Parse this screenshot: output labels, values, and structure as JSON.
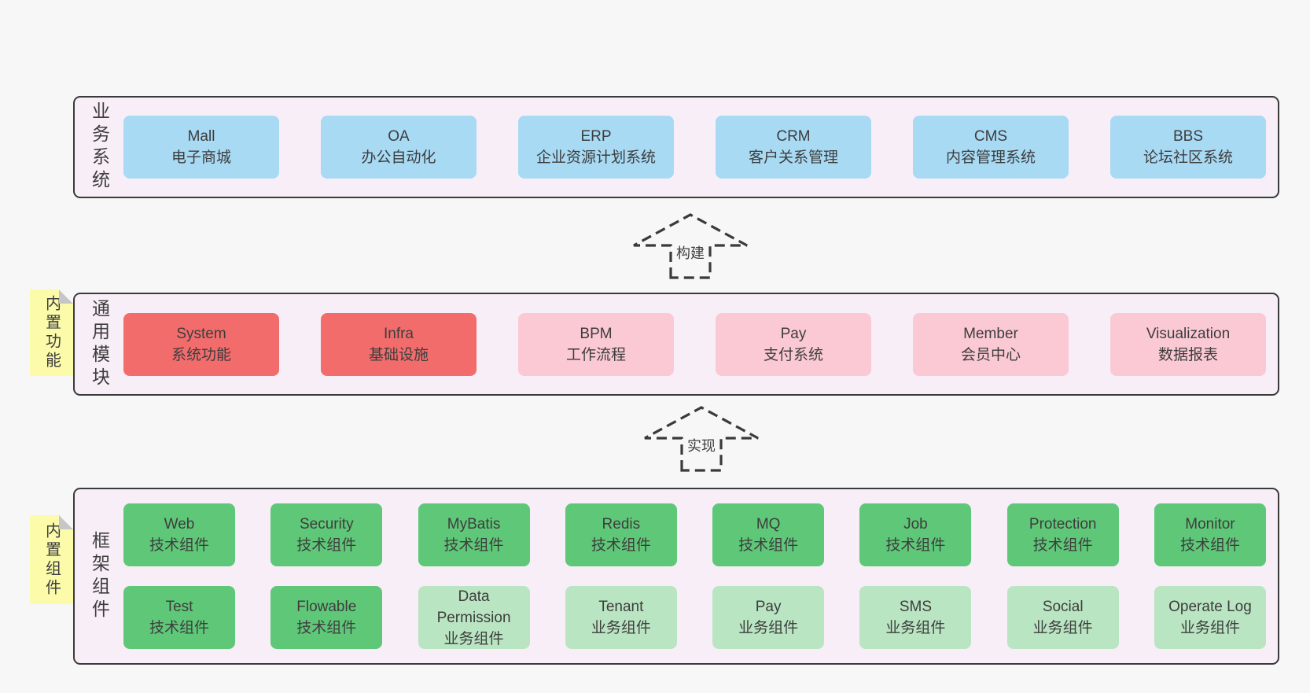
{
  "colors": {
    "bg": "#f7f7f7",
    "panel": "#f8eef7",
    "border": "#3a3a3a",
    "blue": "#a8daf4",
    "red": "#f26c6c",
    "pink": "#fbc9d4",
    "green": "#5fc878",
    "lightgreen": "#b9e5c2",
    "note": "#fbfbaa",
    "fold": "#c6c6c6",
    "text": "#3d3d3d",
    "arrow": "#3a3a3a"
  },
  "business": {
    "label": "业务系统",
    "boxes": [
      {
        "en": "Mall",
        "zh": "电子商城"
      },
      {
        "en": "OA",
        "zh": "办公自动化"
      },
      {
        "en": "ERP",
        "zh": "企业资源计划系统"
      },
      {
        "en": "CRM",
        "zh": "客户关系管理"
      },
      {
        "en": "CMS",
        "zh": "内容管理系统"
      },
      {
        "en": "BBS",
        "zh": "论坛社区系统"
      }
    ]
  },
  "arrows": [
    {
      "label": "构建"
    },
    {
      "label": "实现"
    }
  ],
  "modules": {
    "label": "通用模块",
    "note": "内置功能",
    "boxes": [
      {
        "en": "System",
        "zh": "系统功能"
      },
      {
        "en": "Infra",
        "zh": "基础设施"
      },
      {
        "en": "BPM",
        "zh": "工作流程"
      },
      {
        "en": "Pay",
        "zh": "支付系统"
      },
      {
        "en": "Member",
        "zh": "会员中心"
      },
      {
        "en": "Visualization",
        "zh": "数据报表"
      }
    ]
  },
  "components": {
    "label": "框架组件",
    "note": "内置组件",
    "row1": [
      {
        "en": "Web",
        "zh": "技术组件"
      },
      {
        "en": "Security",
        "zh": "技术组件"
      },
      {
        "en": "MyBatis",
        "zh": "技术组件"
      },
      {
        "en": "Redis",
        "zh": "技术组件"
      },
      {
        "en": "MQ",
        "zh": "技术组件"
      },
      {
        "en": "Job",
        "zh": "技术组件"
      },
      {
        "en": "Protection",
        "zh": "技术组件"
      },
      {
        "en": "Monitor",
        "zh": "技术组件"
      }
    ],
    "row2": [
      {
        "en": "Test",
        "zh": "技术组件"
      },
      {
        "en": "Flowable",
        "zh": "技术组件"
      },
      {
        "en": "Data Permission",
        "zh": "业务组件"
      },
      {
        "en": "Tenant",
        "zh": "业务组件"
      },
      {
        "en": "Pay",
        "zh": "业务组件"
      },
      {
        "en": "SMS",
        "zh": "业务组件"
      },
      {
        "en": "Social",
        "zh": "业务组件"
      },
      {
        "en": "Operate Log",
        "zh": "业务组件"
      }
    ]
  }
}
